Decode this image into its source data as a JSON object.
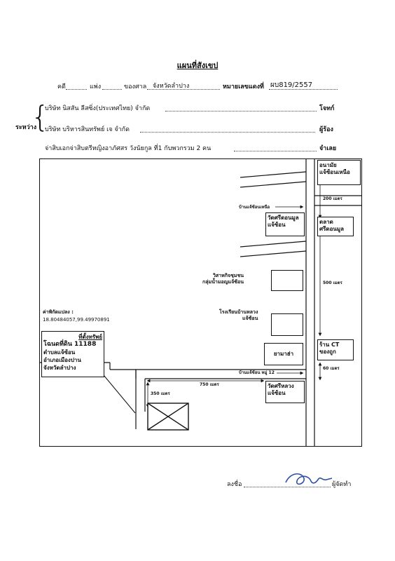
{
  "header": {
    "title": "แผนที่สังเขป",
    "case_label": "คดี",
    "civil_label": "แพ่ง",
    "court_label": "ของศาล",
    "court_value": "จังหวัดลำปาง",
    "redno_label": "หมายเลขแดงที่",
    "redno_value": "ผบ819/2557",
    "between_label": "ระหว่าง",
    "plaintiff": "บริษัท นิสสัน ลีสซิ่ง(ประเทศไทย) จำกัด",
    "plaintiff_role": "โจทก์",
    "petitioner": "บริษัท บริหารสินทรัพย์ เจ จำกัด",
    "petitioner_role": "ผู้ร้อง",
    "defendant": "จ่าสิบเอกจ่าสิบตรีหญิงอาภัศสร วังนัยกูล ที่1 กับพวกรวม 2 คน",
    "defendant_role": "จำเลย"
  },
  "map": {
    "places": {
      "monument": [
        "อนามัย",
        "แจ้ซ้อนเหนือ"
      ],
      "market": [
        "ตลาด",
        "ศรีดอนมูล"
      ],
      "temple_donmun": [
        "วัดศรีดอนมูล",
        "แจ้ซ้อน"
      ],
      "college": [
        "วิสาหกิจชุมชน",
        "กลุ่มน้ำมอญแจ้ซ้อน"
      ],
      "school": [
        "โรงเรียนบ้านหลวง",
        "แจ้ซ้อน"
      ],
      "pharmacy": "ยามาฮ่า",
      "shop": [
        "ร้าน CT",
        "ของถูก"
      ],
      "temple_luang": [
        "วัดศรีหลวง",
        "แจ้ซ้อน"
      ]
    },
    "roads": {
      "north_village": "บ้านแจ้ซ้อนเหนือ",
      "village_12": "บ้านแจ้ซ้อน หมู่ 12"
    },
    "distances": {
      "d200": "200 เมตร",
      "d500": "500 เมตร",
      "d60": "60 เมตร",
      "d750": "750 เมตร",
      "d350": "350 เมตร"
    },
    "coord_label": "ค่าพิกัดแปลง :",
    "coord_value": "18.80484057,99.49970891",
    "property_box": [
      "ที่ตั้งทรัพย์",
      "โฉนดที่ดิน 11188",
      "ตำบลแจ้ซ้อน",
      "อำเภอเมืองปาน",
      "จังหวัดลำปาง"
    ]
  },
  "footer": {
    "sign_label": "ลงชื่อ",
    "sign_role": "ผู้จัดทำ",
    "signature_color": "#2f4fa8"
  }
}
